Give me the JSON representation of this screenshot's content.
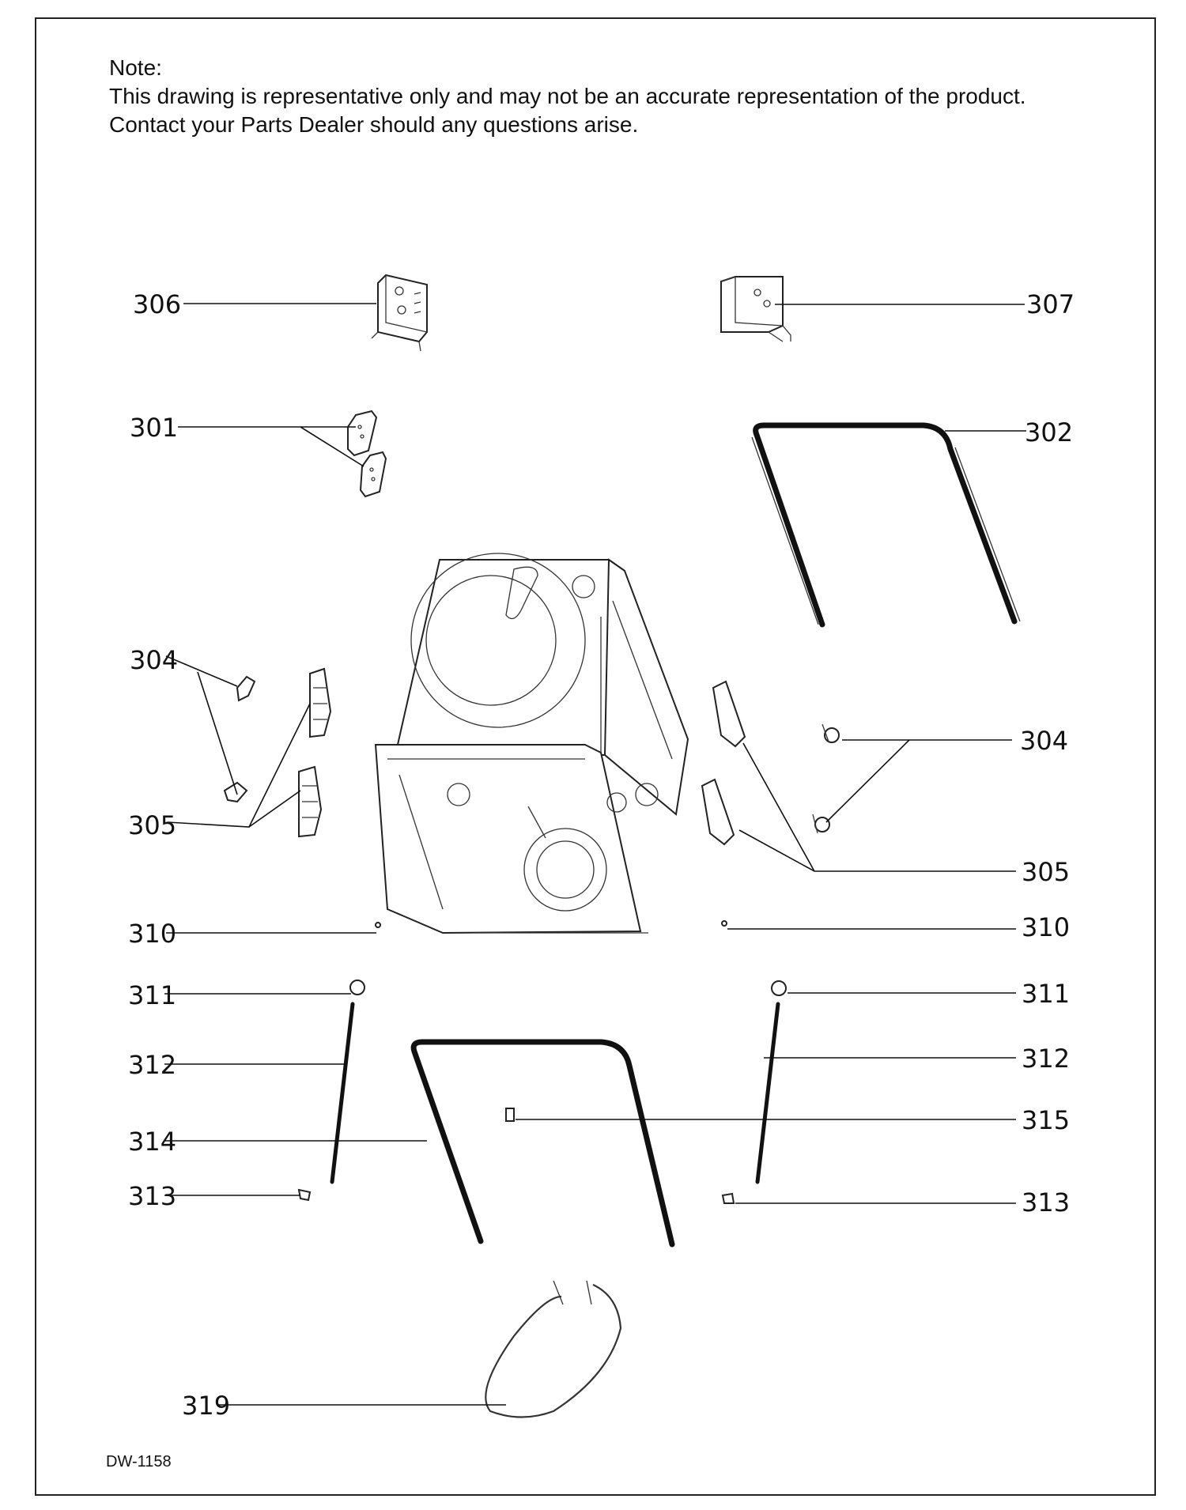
{
  "note": {
    "heading": "Note:",
    "line1": "This drawing is representative only and may not be an accurate representation of the product.",
    "line2": "Contact your Parts Dealer should any questions arise."
  },
  "drawing_id": "DW-1158",
  "callouts": {
    "c306": "306",
    "c307": "307",
    "c301": "301",
    "c302": "302",
    "c304_left": "304",
    "c304_right": "304",
    "c305_left": "305",
    "c305_right": "305",
    "c310_left": "310",
    "c310_right": "310",
    "c311_left": "311",
    "c311_right": "311",
    "c312_left": "312",
    "c312_right": "312",
    "c314": "314",
    "c315": "315",
    "c313_left": "313",
    "c313_right": "313",
    "c319": "319"
  }
}
